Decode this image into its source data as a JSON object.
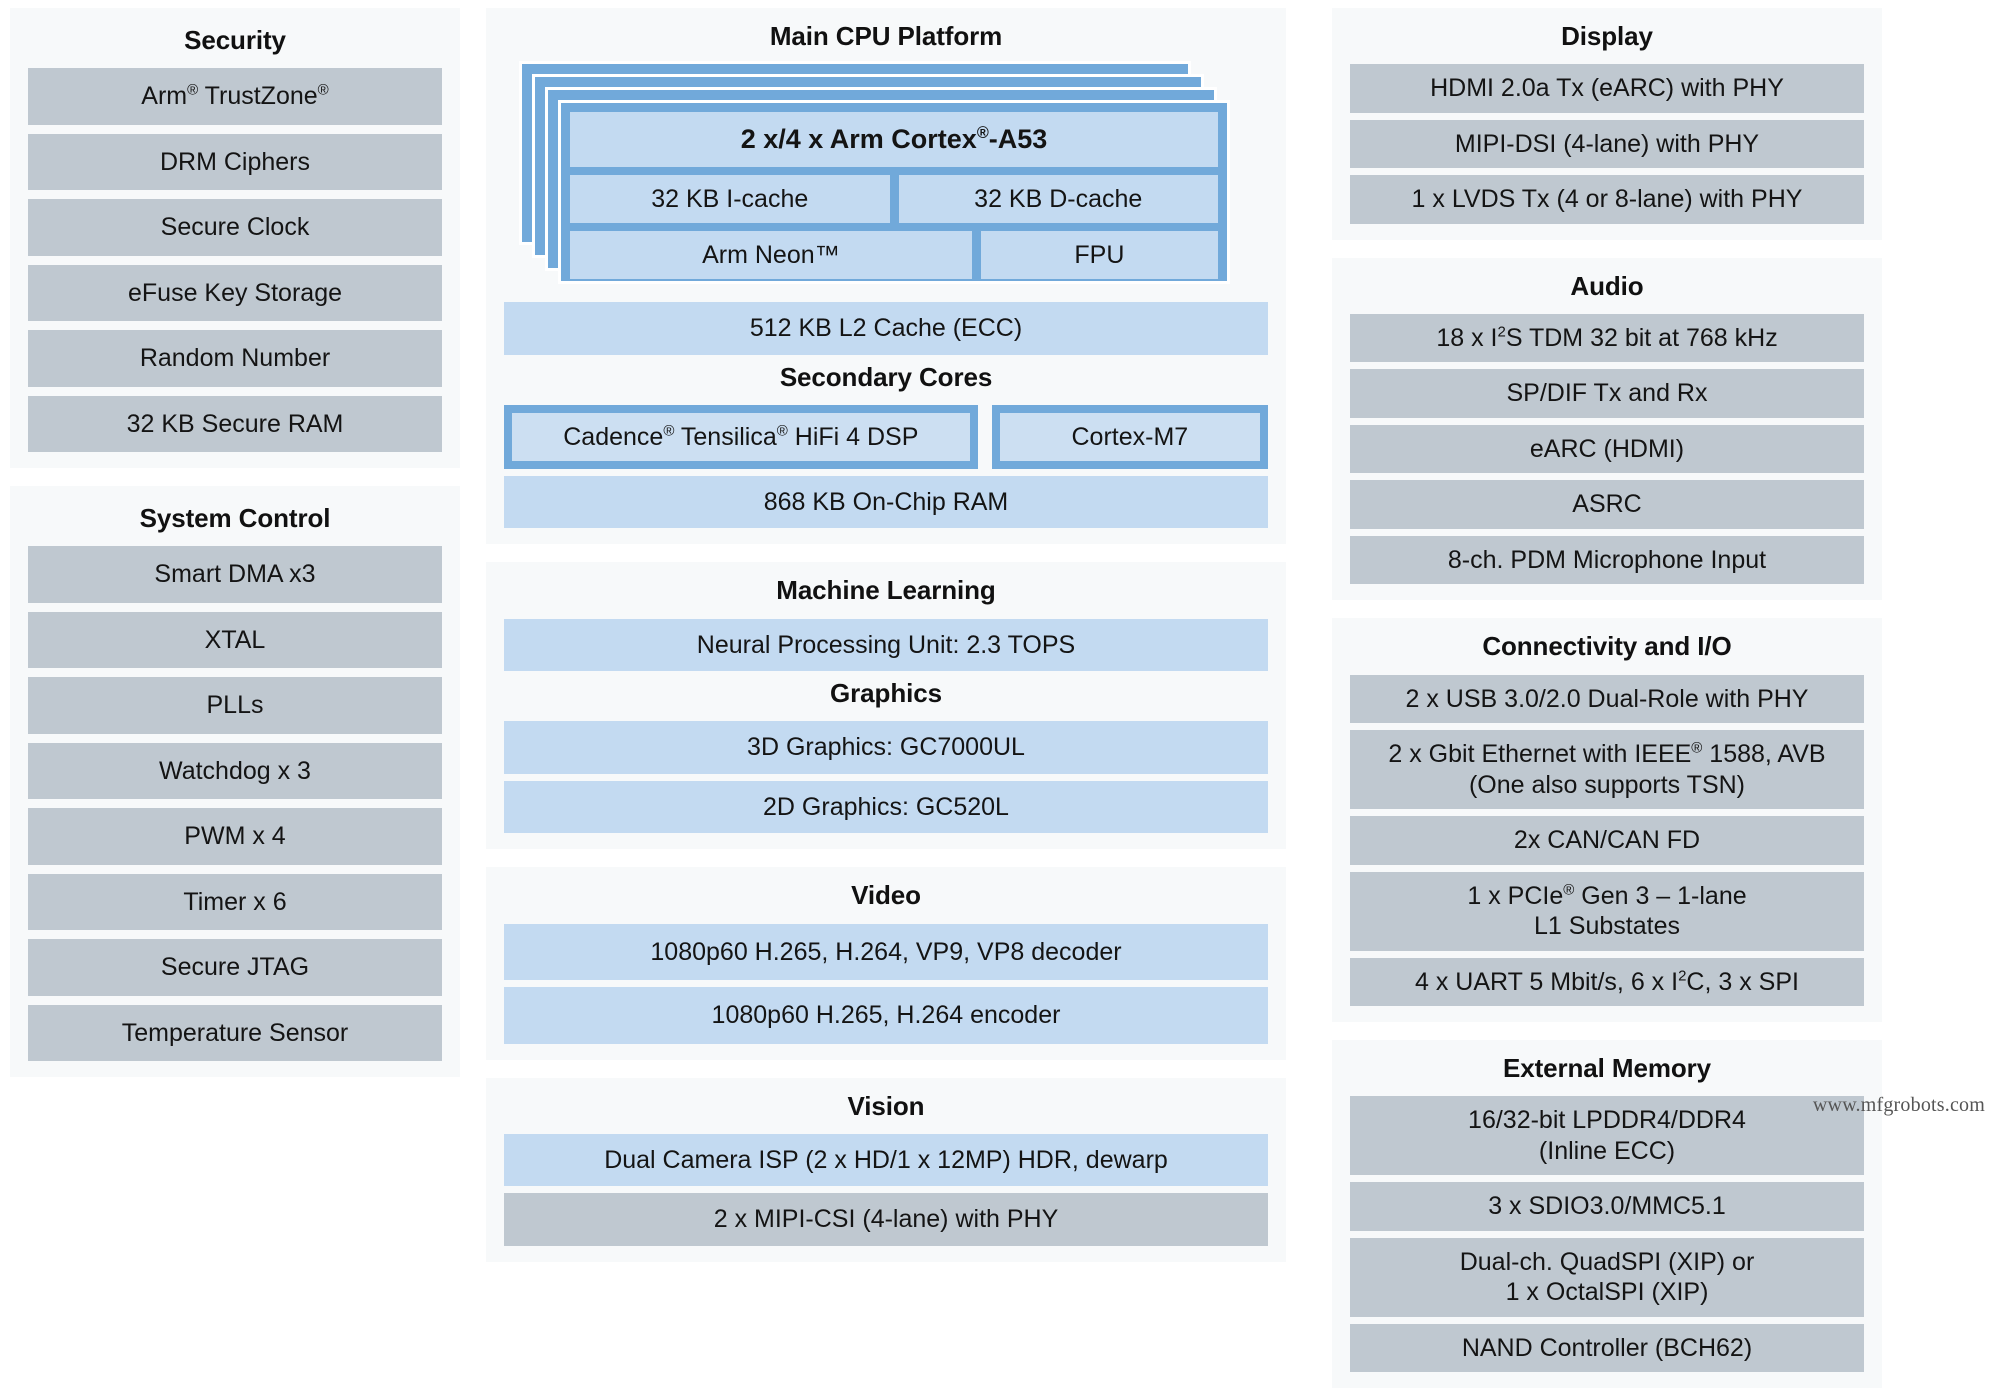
{
  "diagram": {
    "watermark": "www.mfgrobots.com"
  },
  "colors": {
    "panel_bg": "#f7f9fa",
    "gray_bar": "#bfc8d0",
    "light_blue_bar": "#c3daf1",
    "medium_blue_frame": "#71a9da",
    "page_bg": "#ffffff",
    "text": "#141414"
  },
  "left_column": {
    "security": {
      "title": "Security",
      "items": [
        "Arm® TrustZone®",
        "DRM Ciphers",
        "Secure Clock",
        "eFuse Key Storage",
        "Random Number",
        "32 KB Secure RAM"
      ]
    },
    "system_control": {
      "title": "System Control",
      "items": [
        "Smart DMA x3",
        "XTAL",
        "PLLs",
        "Watchdog x 3",
        "PWM x 4",
        "Timer x 6",
        "Secure JTAG",
        "Temperature Sensor"
      ]
    }
  },
  "middle_column": {
    "main_cpu": {
      "title": "Main CPU Platform",
      "core_card": {
        "header": "2 x/4 x Arm Cortex®-A53",
        "icache": "32 KB I-cache",
        "dcache": "32 KB D-cache",
        "neon": "Arm Neon™",
        "fpu": "FPU"
      },
      "stacked_cards": 4,
      "l2_cache": "512 KB L2 Cache (ECC)"
    },
    "secondary_cores": {
      "title": "Secondary Cores",
      "dsp": "Cadence® Tensilica® HiFi 4 DSP",
      "m7": "Cortex-M7",
      "on_chip_ram": "868 KB On-Chip RAM"
    },
    "machine_learning": {
      "title": "Machine Learning",
      "items": [
        "Neural Processing Unit: 2.3 TOPS"
      ]
    },
    "graphics": {
      "title": "Graphics",
      "items": [
        "3D Graphics: GC7000UL",
        "2D Graphics: GC520L"
      ]
    },
    "video": {
      "title": "Video",
      "items": [
        "1080p60 H.265, H.264, VP9, VP8 decoder",
        "1080p60 H.265, H.264 encoder"
      ]
    },
    "vision": {
      "title": "Vision",
      "items": [
        "Dual Camera ISP (2 x HD/1 x 12MP) HDR, dewarp",
        "2 x MIPI-CSI (4-lane) with PHY"
      ]
    }
  },
  "right_column": {
    "display": {
      "title": "Display",
      "items": [
        "HDMI 2.0a Tx (eARC) with PHY",
        "MIPI-DSI (4-lane) with PHY",
        "1 x LVDS Tx (4 or 8-lane) with PHY"
      ]
    },
    "audio": {
      "title": "Audio",
      "items": [
        "18 x I²S TDM 32 bit at 768 kHz",
        "SP/DIF Tx and Rx",
        "eARC (HDMI)",
        "ASRC",
        "8-ch. PDM Microphone Input"
      ]
    },
    "connectivity": {
      "title": "Connectivity and I/O",
      "items": [
        "2 x USB 3.0/2.0 Dual-Role with PHY",
        "2 x Gbit Ethernet with IEEE® 1588, AVB\n(One also supports TSN)",
        "2x CAN/CAN FD",
        "1 x PCIe® Gen 3 – 1-lane\nL1 Substates",
        "4 x UART 5 Mbit/s, 6 x I²C, 3 x SPI"
      ]
    },
    "external_memory": {
      "title": "External Memory",
      "items": [
        "16/32-bit LPDDR4/DDR4\n(Inline ECC)",
        "3 x SDIO3.0/MMC5.1",
        "Dual-ch. QuadSPI (XIP) or\n1 x OctalSPI (XIP)",
        "NAND Controller (BCH62)"
      ]
    }
  }
}
